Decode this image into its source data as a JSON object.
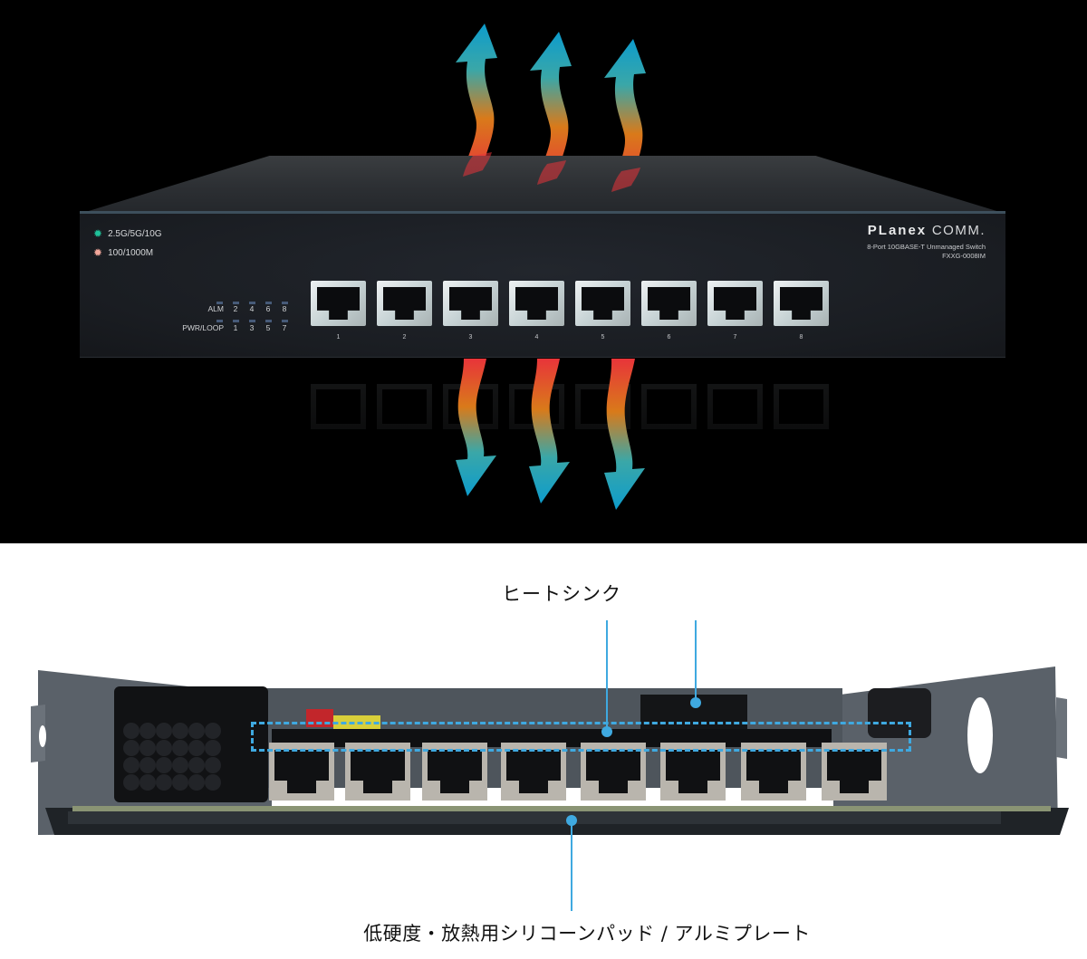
{
  "switch": {
    "brand_bold": "PLanex",
    "brand_light": "COMM.",
    "description": "8-Port 10GBASE-T Unmanaged Switch",
    "model": "FXXG-0008IM",
    "led_legend": [
      {
        "label": "2.5G/5G/10G",
        "color": "#1fc29a",
        "icon": "led-burst-icon"
      },
      {
        "label": "100/1000M",
        "color": "#f3a79b",
        "icon": "led-burst-icon"
      }
    ],
    "status_leds": {
      "top_label": "ALM",
      "top_numbers": [
        "2",
        "4",
        "6",
        "8"
      ],
      "bottom_label": "PWR/LOOP",
      "bottom_numbers": [
        "1",
        "3",
        "5",
        "7"
      ]
    },
    "ports": [
      "1",
      "2",
      "3",
      "4",
      "5",
      "6",
      "7",
      "8"
    ]
  },
  "heat_arrows": {
    "up_count": 3,
    "down_count": 3,
    "gradient": [
      "#e8343a",
      "#d97a1a",
      "#3aa7a8",
      "#0d9ccc"
    ]
  },
  "annotations": {
    "heatsink_label": "ヒートシンク",
    "pad_label": "低硬度・放熱用シリコーンパッド / アルミプレート",
    "accent_color": "#3fa9e0"
  }
}
